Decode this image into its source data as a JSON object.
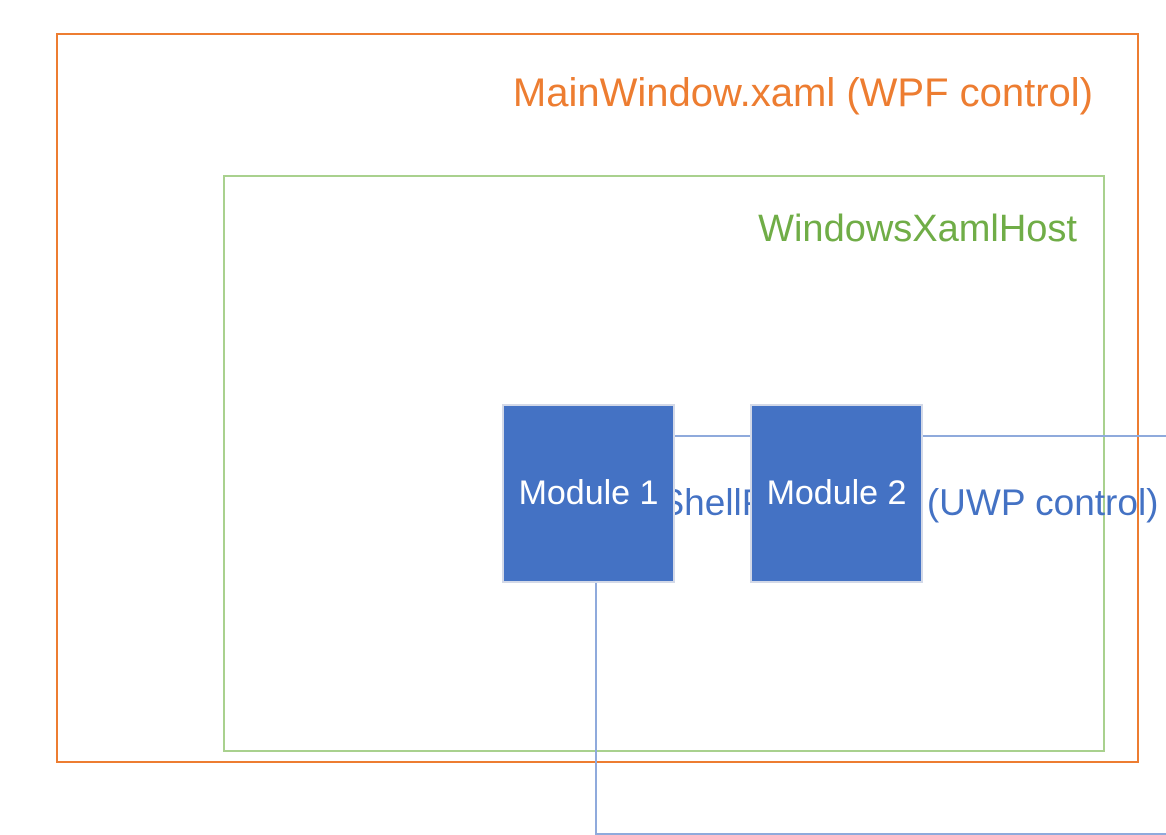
{
  "diagram": {
    "type": "nested-architecture-boxes",
    "background_color": "#FFFFFF",
    "outer_container": {
      "label": "MainWindow.xaml (WPF control)",
      "border_color": "#ED7D31",
      "text_color": "#ED7D31"
    },
    "middle_container": {
      "label": "WindowsXamlHost",
      "border_color": "#A9D18E",
      "text_color": "#70AD47"
    },
    "inner_container": {
      "label": "ShellPage.xaml (UWP control)",
      "border_color": "#8FAADC",
      "text_color": "#4472C4"
    },
    "modules": [
      {
        "label": "Module 1",
        "fill_color": "#4472C4",
        "text_color": "#FFFFFF",
        "border_color": "#D3D9E8"
      },
      {
        "label": "Module 2",
        "fill_color": "#4472C4",
        "text_color": "#FFFFFF",
        "border_color": "#D3D9E8"
      }
    ]
  }
}
